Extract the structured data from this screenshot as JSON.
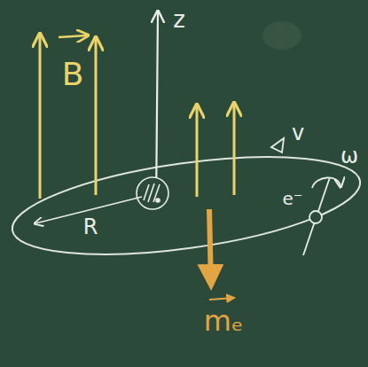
{
  "diagram": {
    "labels": [
      "B",
      "z",
      "R",
      "v",
      "ω",
      "e⁻",
      "mₑ"
    ]
  }
}
